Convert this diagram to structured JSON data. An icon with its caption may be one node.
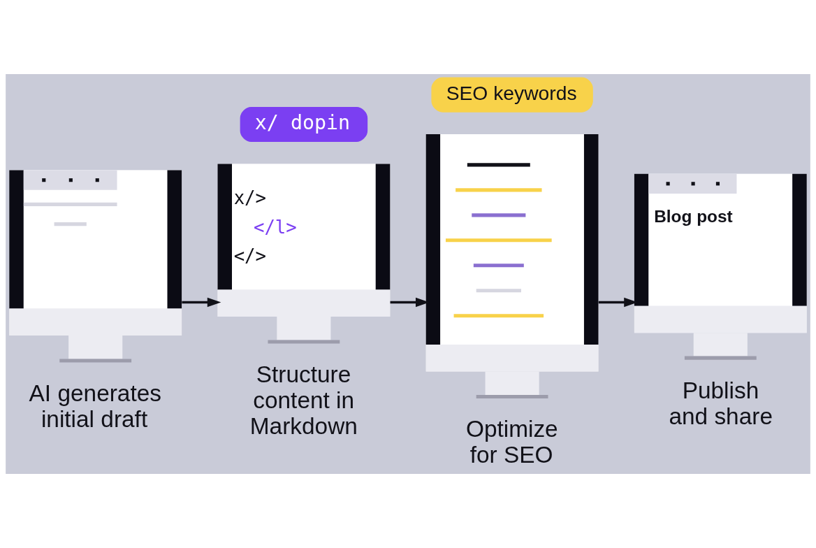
{
  "diagram": {
    "nodes": [
      {
        "text": [
          "AI generates initial draft"
        ]
      },
      {
        "text": [
          "x/ dopin"
        ]
      },
      {
        "text": [
          "x/>",
          "</l>",
          "</>",
          "Structure content in Markdown"
        ]
      },
      {
        "text": [
          "SEO keywords"
        ]
      },
      {
        "text": [
          "Optimize for SEO"
        ]
      },
      {
        "text": [
          "Blog post",
          "Publish and share"
        ]
      }
    ],
    "edges": [
      {
        "from": 0,
        "to": 2,
        "arrow": "to"
      },
      {
        "from": 2,
        "to": 4,
        "arrow": "to"
      },
      {
        "from": 4,
        "to": 5,
        "arrow": "to"
      }
    ]
  }
}
